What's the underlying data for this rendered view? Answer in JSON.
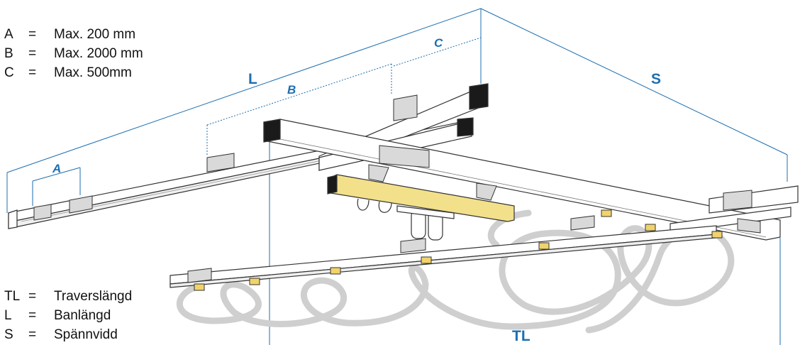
{
  "legend_top": [
    {
      "key": "A",
      "eq": "=",
      "text": "Max. 200 mm"
    },
    {
      "key": "B",
      "eq": "=",
      "text": "Max. 2000 mm"
    },
    {
      "key": "C",
      "eq": "=",
      "text": "Max. 500mm"
    }
  ],
  "legend_bottom": [
    {
      "key": "TL",
      "eq": "=",
      "text": "Traverslängd"
    },
    {
      "key": "L",
      "eq": "=",
      "text": "Banlängd"
    },
    {
      "key": "S",
      "eq": "=",
      "text": "Spännvidd"
    }
  ],
  "dimension_labels": {
    "A": "A",
    "B": "B",
    "C": "C",
    "L": "L",
    "S": "S",
    "TL": "TL"
  },
  "colors": {
    "dimension": "#1d6fb0",
    "rail_fill": "#ffffff",
    "rail_stroke": "#333333",
    "end_cap": "#1a1a1a",
    "bracket": "#d9d9d9",
    "trolley_bar": "#f3e08a",
    "hose": "#cfcfcf",
    "hose_clamp": "#f2d36b"
  }
}
